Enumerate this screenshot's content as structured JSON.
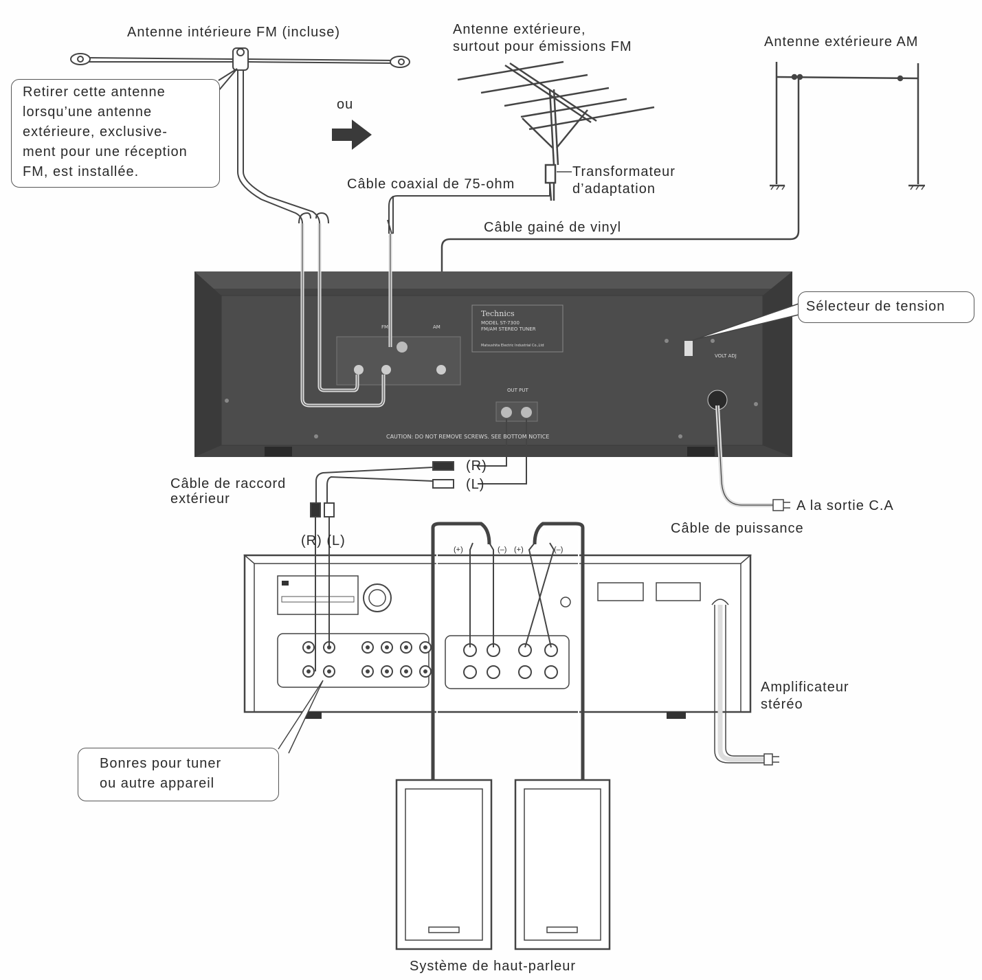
{
  "labels": {
    "fm_indoor": "Antenne intérieure FM (incluse)",
    "fm_outdoor_1": "Antenne extérieure,",
    "fm_outdoor_2": "surtout pour émissions FM",
    "am_outdoor": "Antenne extérieure AM",
    "ou": "ou",
    "coax": "Câble coaxial de 75-ohm",
    "transformer_1": "Transformateur",
    "transformer_2": "d’adaptation",
    "vinyl": "Câble gainé de vinyl",
    "voltage_selector": "Sélecteur de tension",
    "connect_cable_1": "Câble de raccord",
    "connect_cable_2": "extérieur",
    "r": "(R)",
    "l": "(L)",
    "rl": "(R) (L)",
    "ac_outlet": "A la sortie C.A",
    "power_cable": "Câble de puissance",
    "amp_1": "Amplificateur",
    "amp_2": "stéréo",
    "speakers": "Système de haut-parleur",
    "plus": "(+)",
    "minus": "(–)"
  },
  "callouts": {
    "remove_antenna": [
      "Retirer cette antenne",
      "lorsqu’une antenne",
      "extérieure, exclusive-",
      "ment pour une réception",
      "FM, est installée."
    ],
    "terminals": [
      "Bonres pour tuner",
      "ou autre appareil"
    ]
  },
  "tuner_panel": {
    "brand": "Technics",
    "model": "MODEL ST-7300",
    "type": "FM/AM STEREO TUNER",
    "caution": "CAUTION: DO NOT REMOVE SCREWS. SEE BOTTOM NOTICE",
    "output": "OUT PUT",
    "fm": "FM",
    "am": "AM",
    "volt_adj": "VOLT ADJ",
    "maker": "Matsushita Electric Industrial Co.,Ltd"
  }
}
